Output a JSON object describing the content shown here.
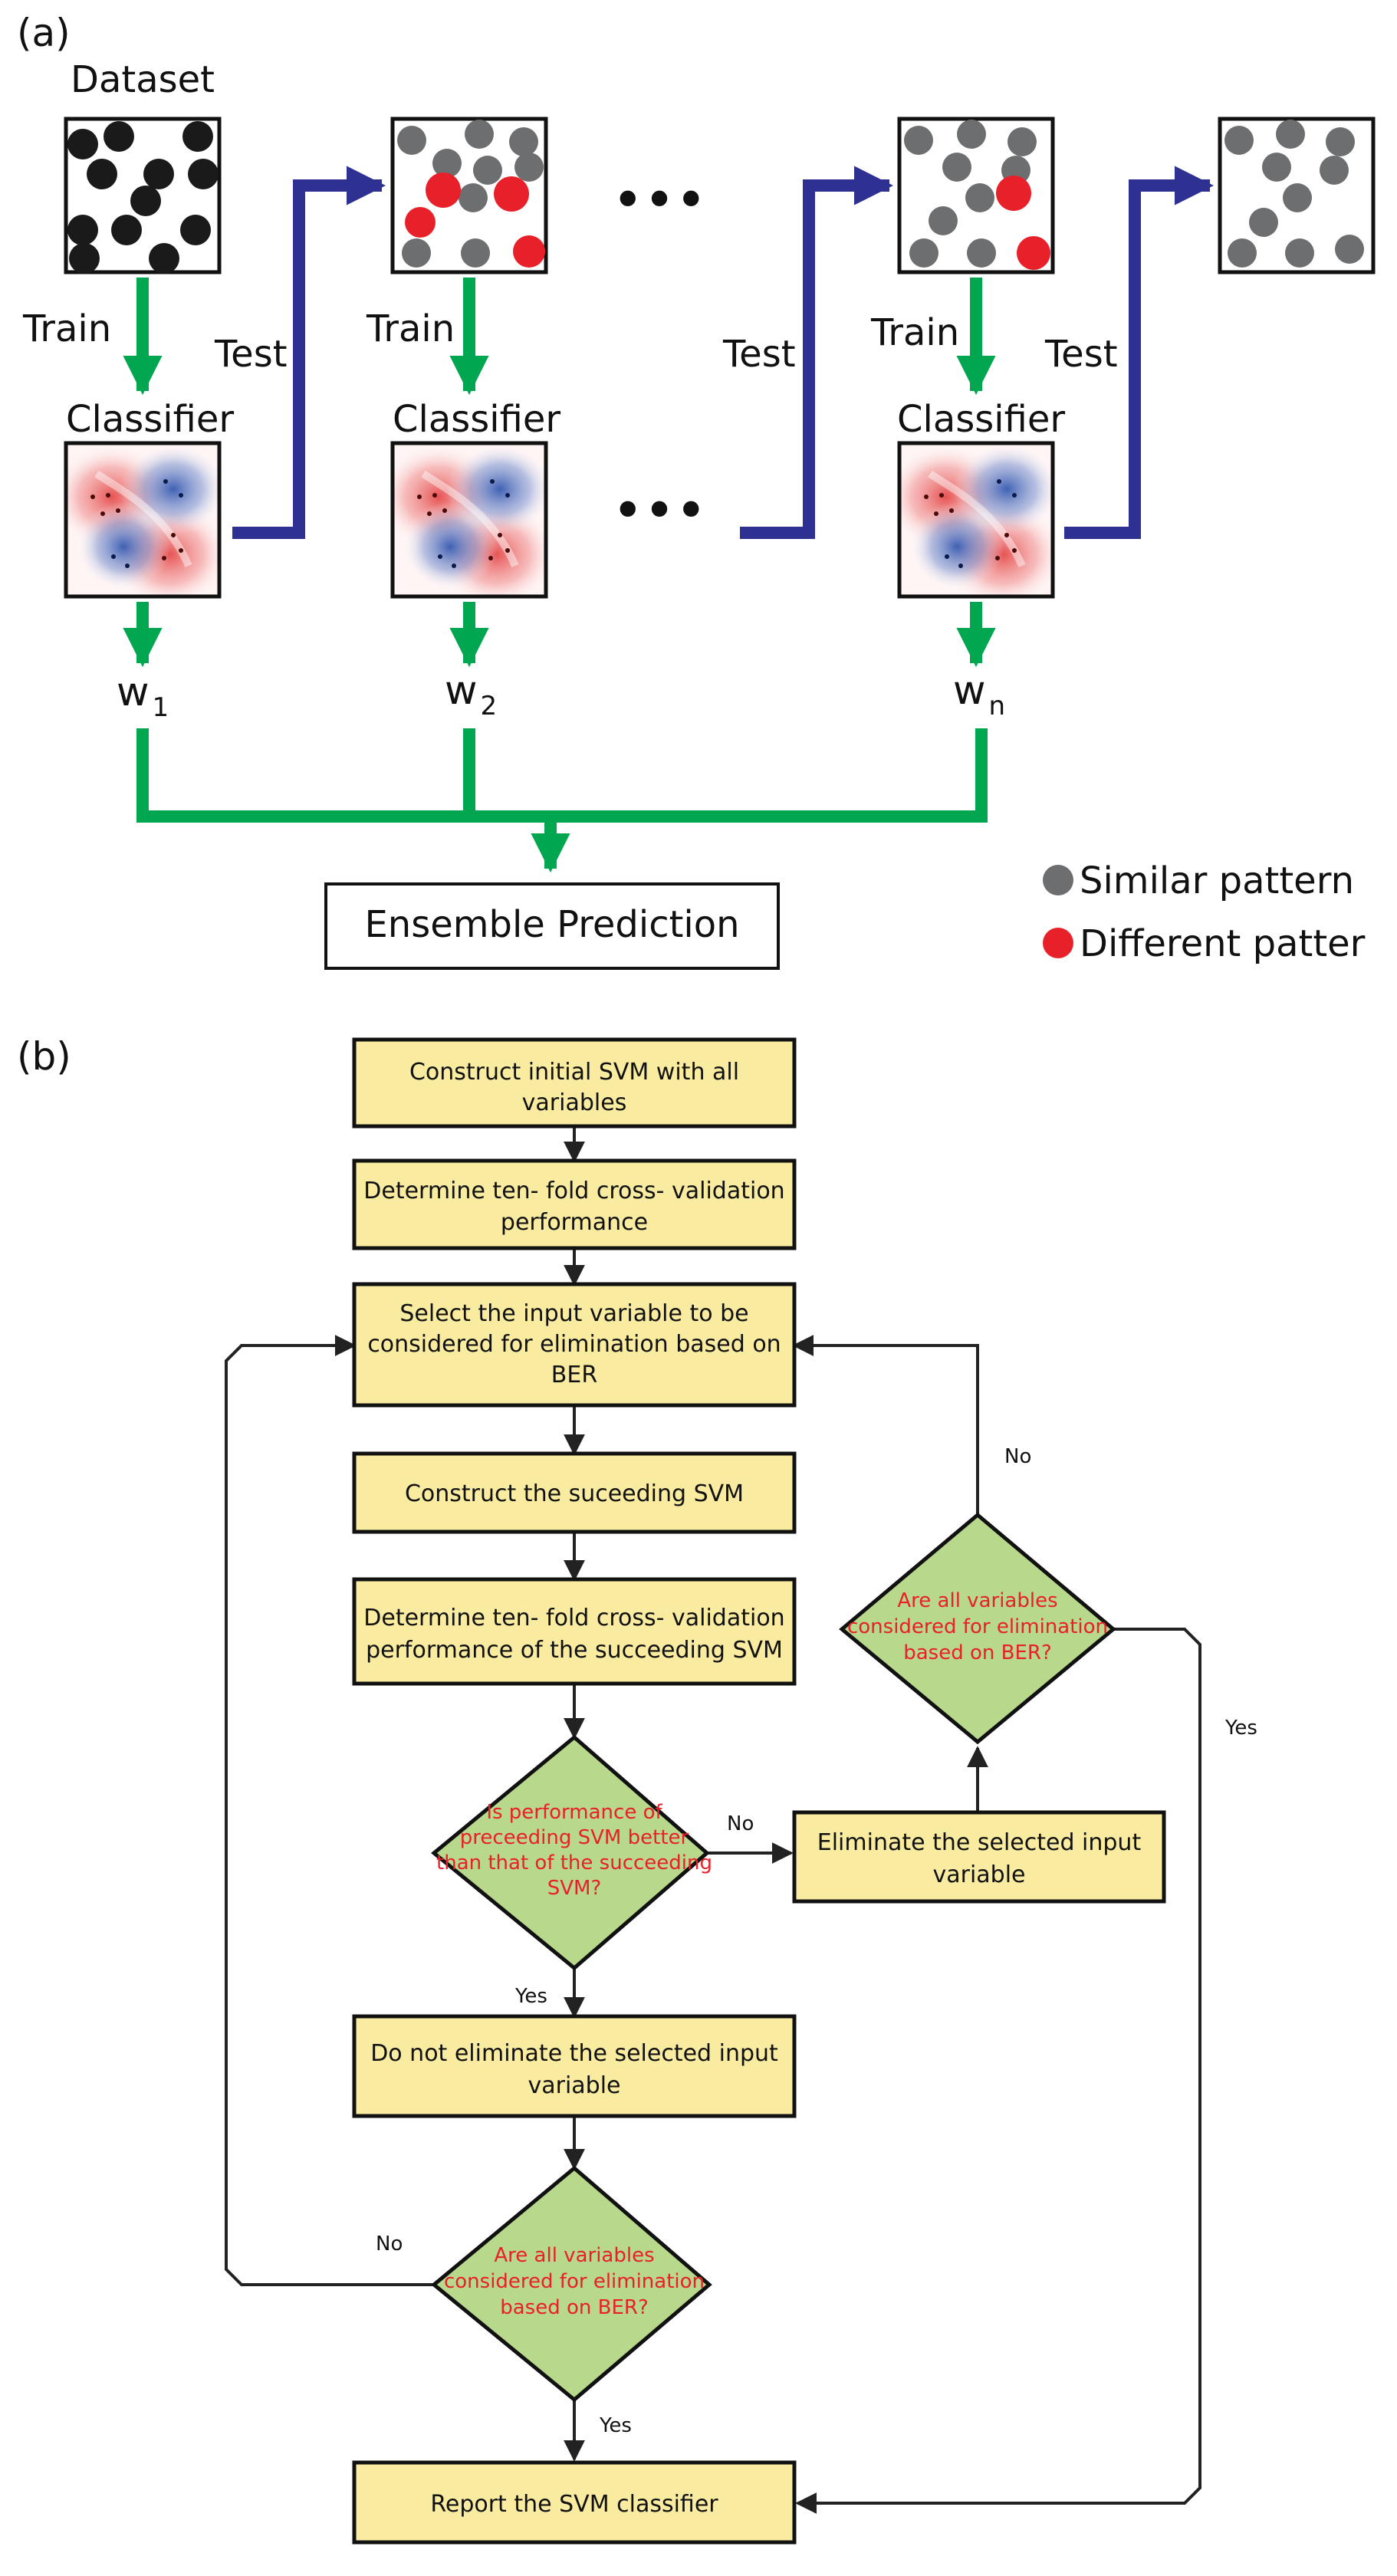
{
  "panel_a": {
    "label": "(a)",
    "dataset_label": "Dataset",
    "train_label": "Train",
    "test_label": "Test",
    "classifier_label": "Classifier",
    "ellipsis": "•••",
    "weights": [
      {
        "letter": "w",
        "sub": "1"
      },
      {
        "letter": "w",
        "sub": "2"
      },
      {
        "letter": "w",
        "sub": "n"
      }
    ],
    "ensemble_label": "Ensemble Prediction",
    "legend": [
      {
        "text": "Similar pattern",
        "color": "#6d6e70"
      },
      {
        "text": "Different patter",
        "color": "#e8202a"
      }
    ]
  },
  "panel_b": {
    "label": "(b)",
    "boxes": {
      "construct_initial": [
        "Construct initial SVM with all",
        "variables"
      ],
      "determine_cv": [
        "Determine ten- fold cross- validation",
        "performance"
      ],
      "select_input": [
        "Select the input variable to be",
        "considered for elimination based on",
        "BER"
      ],
      "construct_succeeding": [
        "Construct the suceeding SVM"
      ],
      "determine_cv_succeeding": [
        "Determine ten- fold cross- validation",
        "performance of the succeeding SVM"
      ],
      "do_not_eliminate": [
        "Do not eliminate the selected input",
        "variable"
      ],
      "eliminate": [
        "Eliminate the selected input",
        "variable"
      ],
      "report": [
        "Report the SVM classifier"
      ]
    },
    "decisions": {
      "performance_better": [
        "Is performance of",
        "preceeding SVM better",
        "than that of the succeeding",
        "SVM?"
      ],
      "all_considered_right": [
        "Are all variables",
        "considered for elimination",
        "based on BER?"
      ],
      "all_considered_bottom": [
        "Are all variables",
        "considered for elimination",
        "based on BER?"
      ]
    },
    "edge_labels": {
      "no_performance": "No",
      "yes_performance": "Yes",
      "no_right": "No",
      "yes_right": "Yes",
      "no_bottom": "No",
      "yes_bottom": "Yes"
    }
  },
  "colors": {
    "train_arrow": "#00a650",
    "test_arrow": "#2e3192",
    "box_fill": "#f9eca1",
    "diamond_fill": "#b8d98c",
    "decision_text": "#e8202a",
    "dot_black": "#1a1a1a",
    "dot_gray": "#6d6e70",
    "dot_red": "#e8202a",
    "class_red": "#e54a4a",
    "class_blue": "#3559b0"
  }
}
